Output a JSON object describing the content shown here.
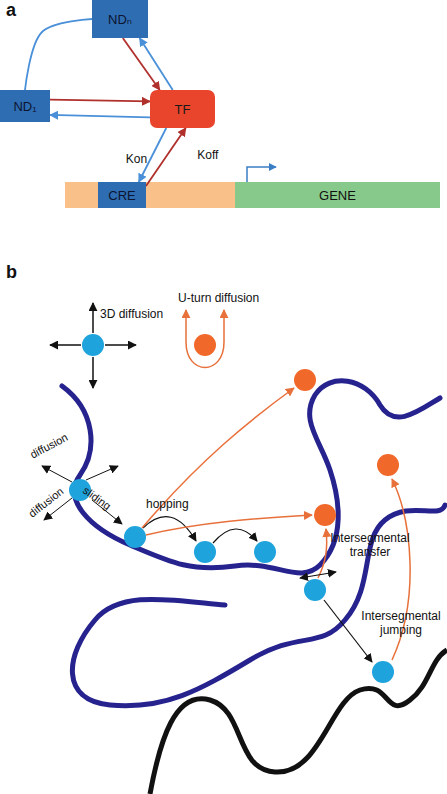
{
  "diagram": {
    "nodes": [
      {
        "text": [
          "NDₙ"
        ]
      },
      {
        "text": [
          "ND₁"
        ]
      },
      {
        "text": [
          "TF"
        ]
      },
      {
        "text": [
          "CRE"
        ]
      },
      {
        "text": [
          "GENE"
        ]
      }
    ],
    "edges": [
      {
        "from": 0,
        "to": 2,
        "arrow": "to"
      },
      {
        "from": 2,
        "to": 0,
        "arrow": "to"
      },
      {
        "from": 1,
        "to": 2,
        "arrow": "to"
      },
      {
        "from": 2,
        "to": 1,
        "arrow": "to"
      },
      {
        "from": 0,
        "to": 1,
        "arrow": "none"
      },
      {
        "from": 2,
        "to": 3,
        "arrow": "to",
        "label": "Kon"
      },
      {
        "from": 3,
        "to": 2,
        "arrow": "to",
        "label": "Koff"
      }
    ],
    "labels": [
      "a",
      "b",
      "3D diffusion",
      "U-turn diffusion",
      "diffusion",
      "sliding",
      "diffusion",
      "hopping",
      "Intersegmental transfer",
      "Intersegmental jumping"
    ]
  }
}
